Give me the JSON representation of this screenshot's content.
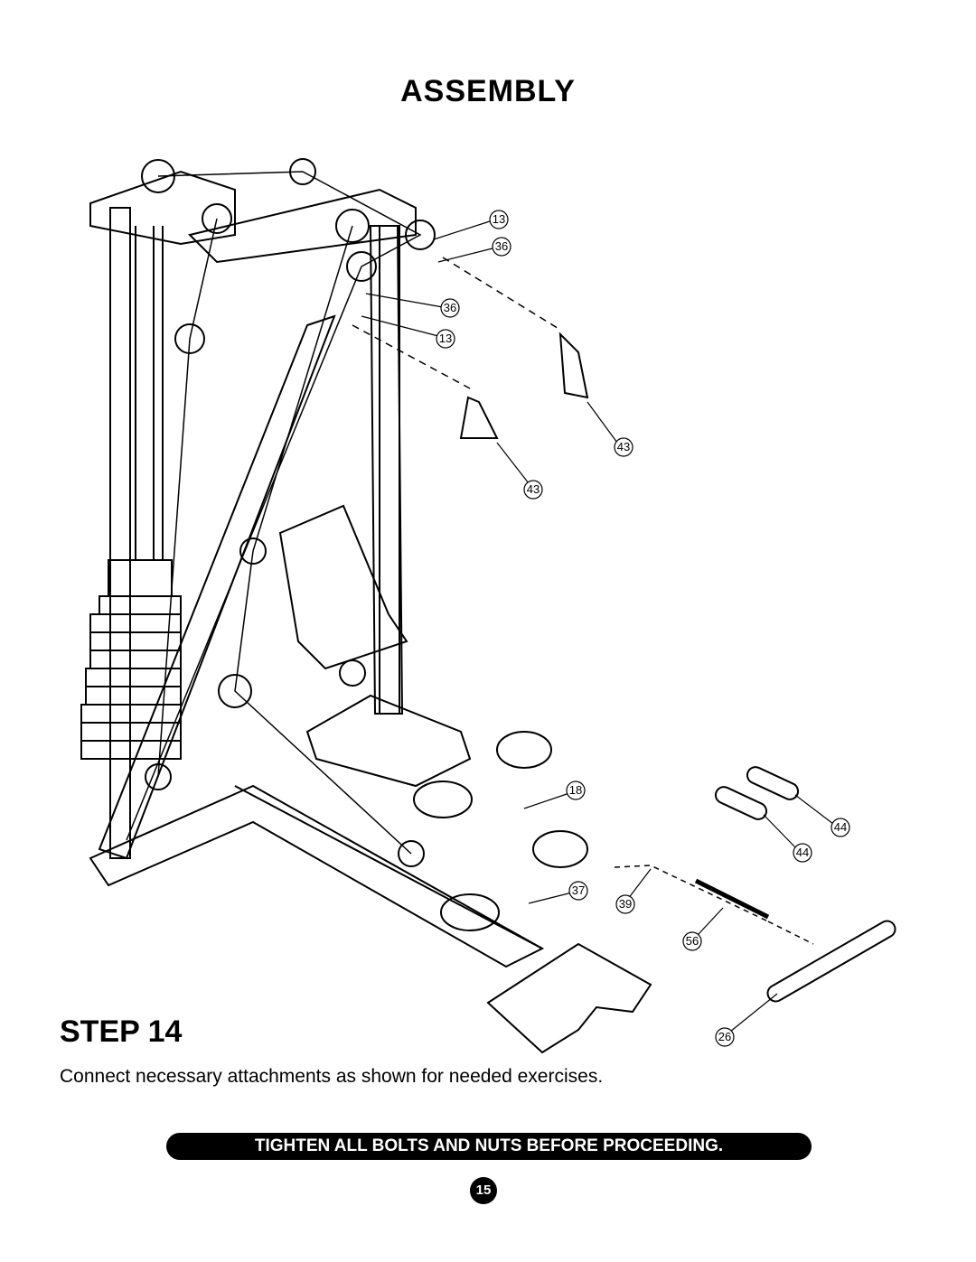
{
  "header": {
    "title": "ASSEMBLY"
  },
  "step": {
    "label": "STEP 14",
    "instruction": "Connect necessary attachments as shown for needed exercises."
  },
  "warning_banner": "TIGHTEN ALL BOLTS AND NUTS BEFORE PROCEEDING.",
  "page_number": "15",
  "callouts": [
    "13",
    "36",
    "36",
    "13",
    "43",
    "43",
    "18",
    "37",
    "39",
    "56",
    "26",
    "44",
    "44"
  ]
}
